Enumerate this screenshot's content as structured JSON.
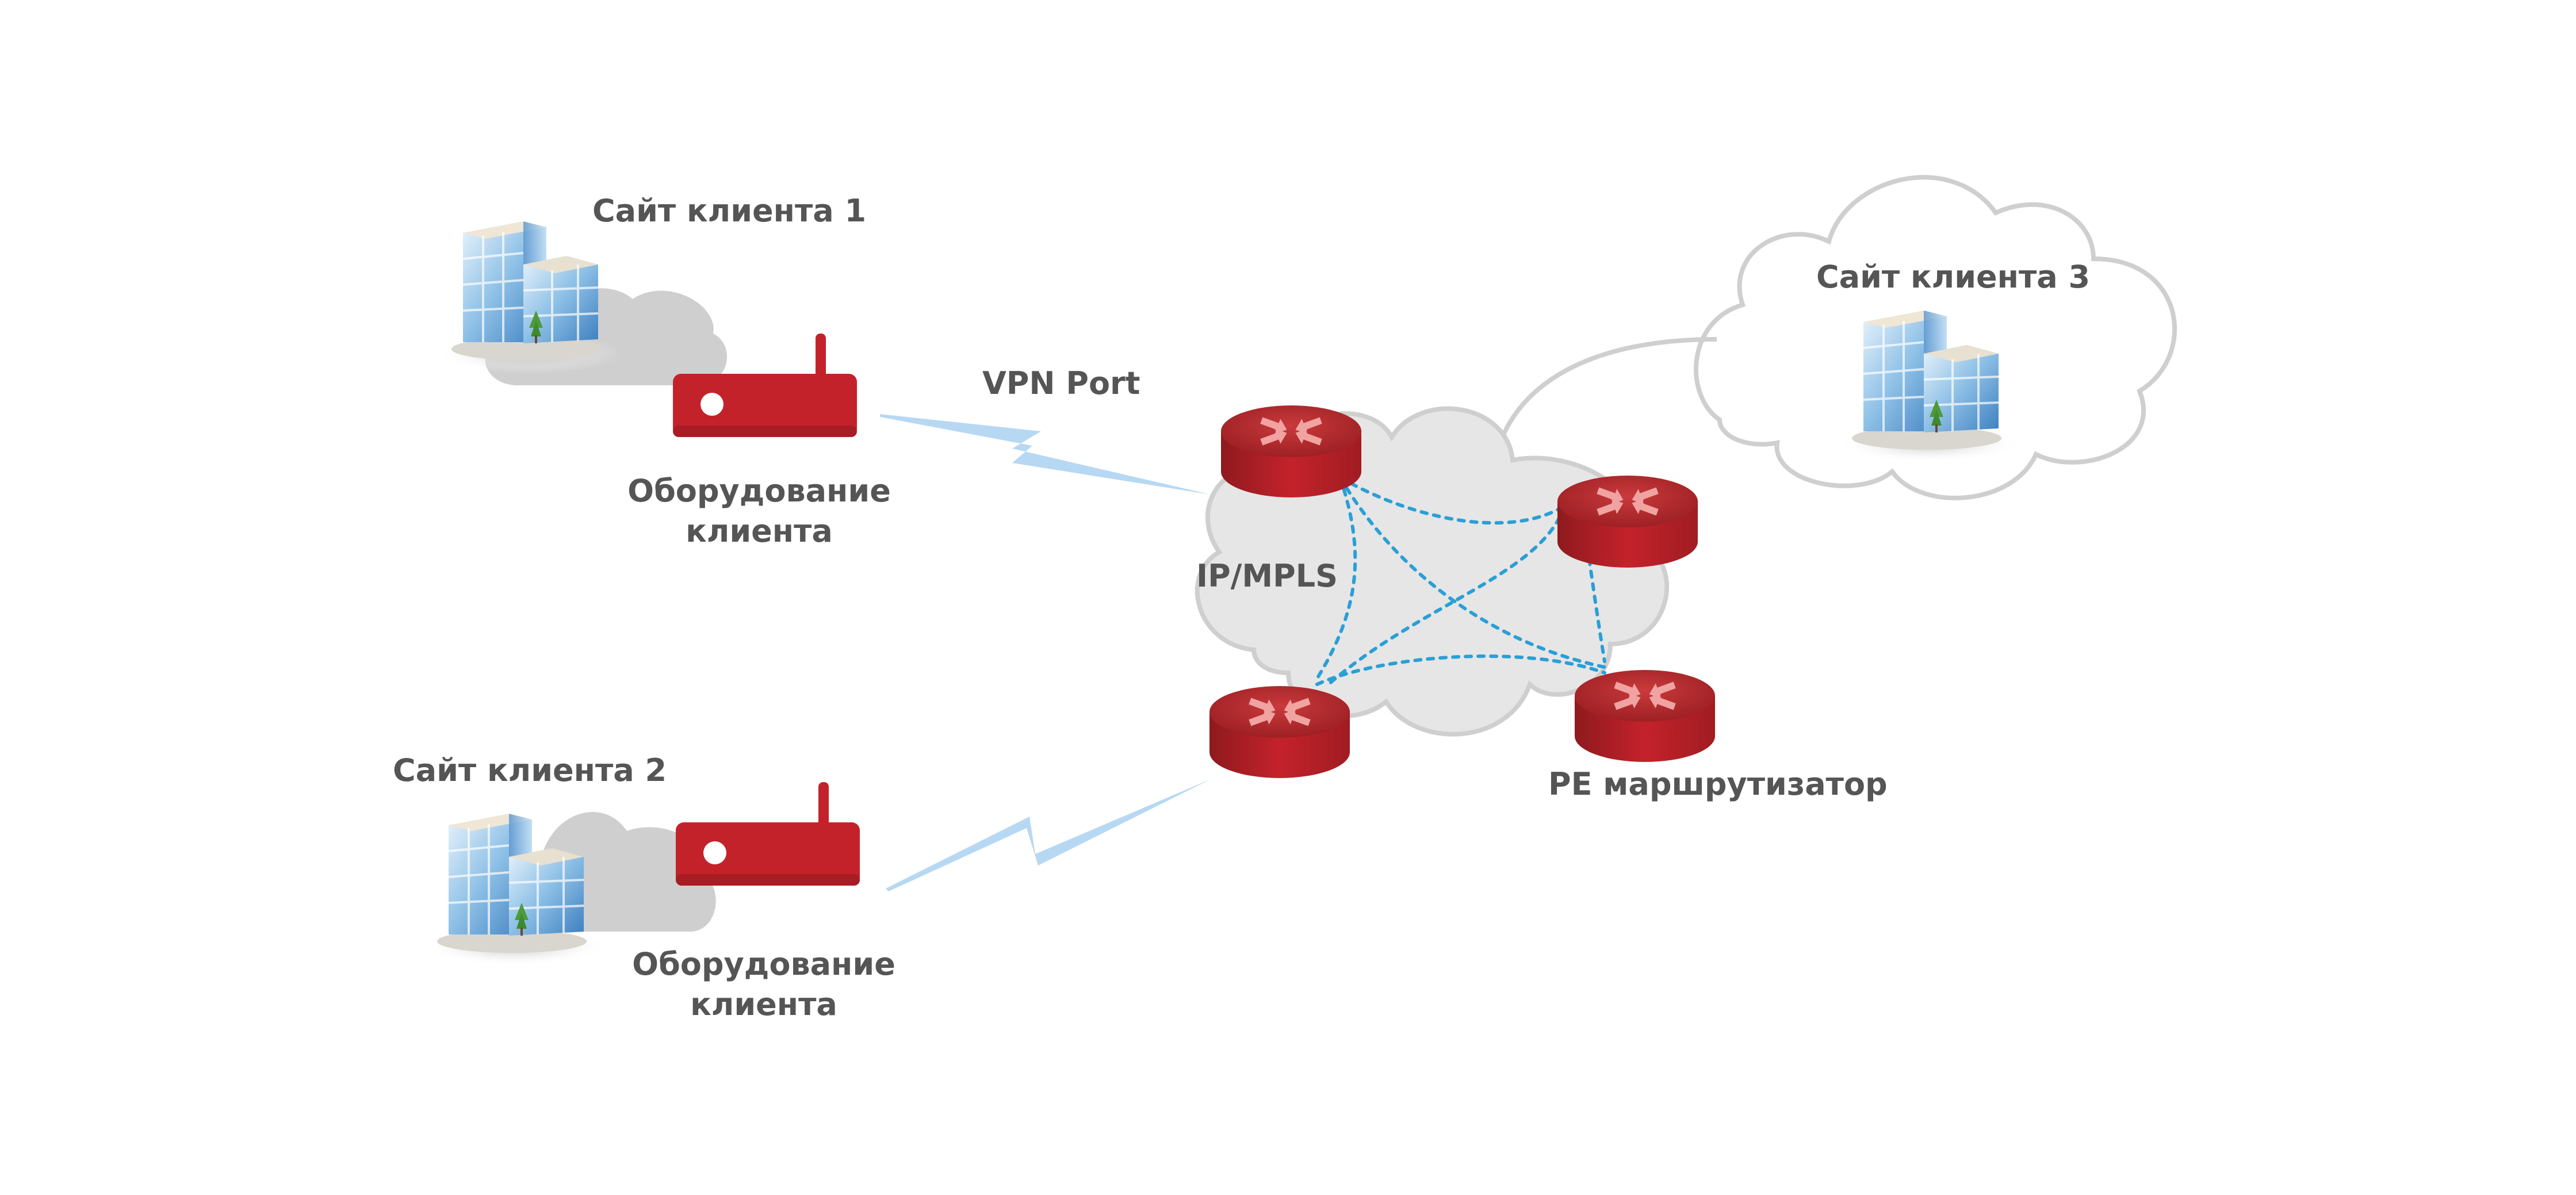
{
  "labels": {
    "site1": "Сайт клиента 1",
    "site2": "Сайт клиента 2",
    "site3": "Сайт клиента 3",
    "equipment1_line1": "Оборудование",
    "equipment1_line2": "клиента",
    "equipment2_line1": "Оборудование",
    "equipment2_line2": "клиента",
    "vpn_port": "VPN Port",
    "core_network": "IP/MPLS",
    "pe_router": "PE маршрутизатор"
  },
  "colors": {
    "router_red": "#c4222b",
    "router_dark": "#8e1a1e",
    "cloud_fill": "#e6e6e6",
    "cloud_stroke": "#cfcfcf",
    "link_blue": "#b7d8f3",
    "mesh_dotted": "#2a9fd6",
    "text": "#555555"
  },
  "icons": [
    "building-icon",
    "cpe-router-icon",
    "pe-router-icon",
    "cloud-icon",
    "wireless-link-icon"
  ]
}
